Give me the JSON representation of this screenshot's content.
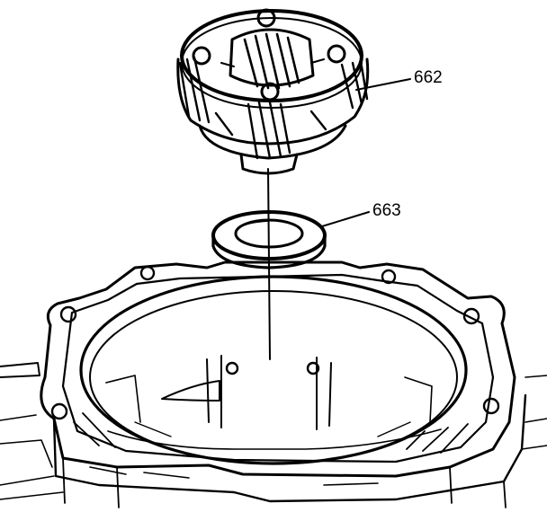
{
  "colors": {
    "ink": "#000000",
    "paper": "#ffffff"
  },
  "callouts": [
    {
      "id": "planetary-carrier",
      "label": "662"
    },
    {
      "id": "thrust-washer",
      "label": "663"
    }
  ]
}
